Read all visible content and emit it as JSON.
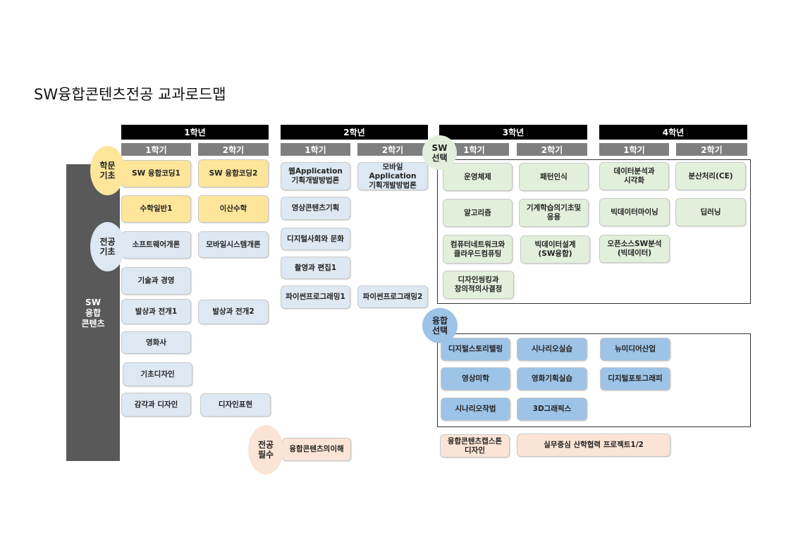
{
  "title": "SW융합콘텐츠전공 교과로드맵",
  "years": [
    "1학년",
    "2학년",
    "3학년",
    "4학년"
  ],
  "semesters": [
    "1학기",
    "2학기"
  ],
  "side_label": "SW\n융합\n콘텐츠",
  "categories": {
    "academic_basic": "학문\n기초",
    "major_basic": "전공\n기초",
    "major_required": "전공\n필수",
    "sw_elective": "SW\n선택",
    "fusion_elective": "융합\n선택"
  },
  "year1": {
    "sem1": [
      "SW 융합코딩1",
      "수학일반1",
      "소프트웨어개론",
      "기술과 경영",
      "발상과 전개1",
      "영화사",
      "기초디자인",
      "감각과 디자인"
    ],
    "sem2": [
      "SW 융합코딩2",
      "이산수학",
      "모바일시스템개론",
      "발상과 전개2",
      "디자인표현"
    ]
  },
  "year2": {
    "sem1": [
      "웹Application\n기획개발방법론",
      "영상콘텐츠기획",
      "디지털사회와 문화",
      "촬영과 편집1",
      "파이썬프로그래밍1"
    ],
    "sem2": [
      "모바일 Application\n기획개발방법론",
      "파이썬프로그래밍2"
    ],
    "required": "융합콘텐츠의이해"
  },
  "sw_elective": {
    "y3s1": [
      "운영체제",
      "알고리즘",
      "컴퓨터네트워크와\n클라우드컴퓨팅",
      "디자인씽킹과\n창의적의사결정"
    ],
    "y3s2": [
      "패턴인식",
      "기계학습의기초및\n응용",
      "빅데이터설계\n(SW융합)"
    ],
    "y4s1": [
      "데이터분석과\n시각화",
      "빅데이터마이닝",
      "오픈소스SW분석\n(빅데이터)"
    ],
    "y4s2": [
      "분산처리(CE)",
      "딥러닝"
    ]
  },
  "fusion_elective": {
    "col1": [
      "디지털스토리텔링",
      "영상미학",
      "시나리오작법"
    ],
    "col2": [
      "시나리오실습",
      "영화기획실습",
      "3D그래픽스"
    ],
    "col3": [
      "뉴미디어산업",
      "디지털포토그래피"
    ]
  },
  "capstone": [
    "융합콘텐츠캡스톤\n디자인",
    "실무중심 산학협력 프로젝트1/2"
  ],
  "colors": {
    "academic": "#fde59a",
    "major": "#dee8f3",
    "sw": "#e2efda",
    "fusion": "#9dc3e6",
    "capstone": "#fbe4d5",
    "side": "#595959"
  }
}
